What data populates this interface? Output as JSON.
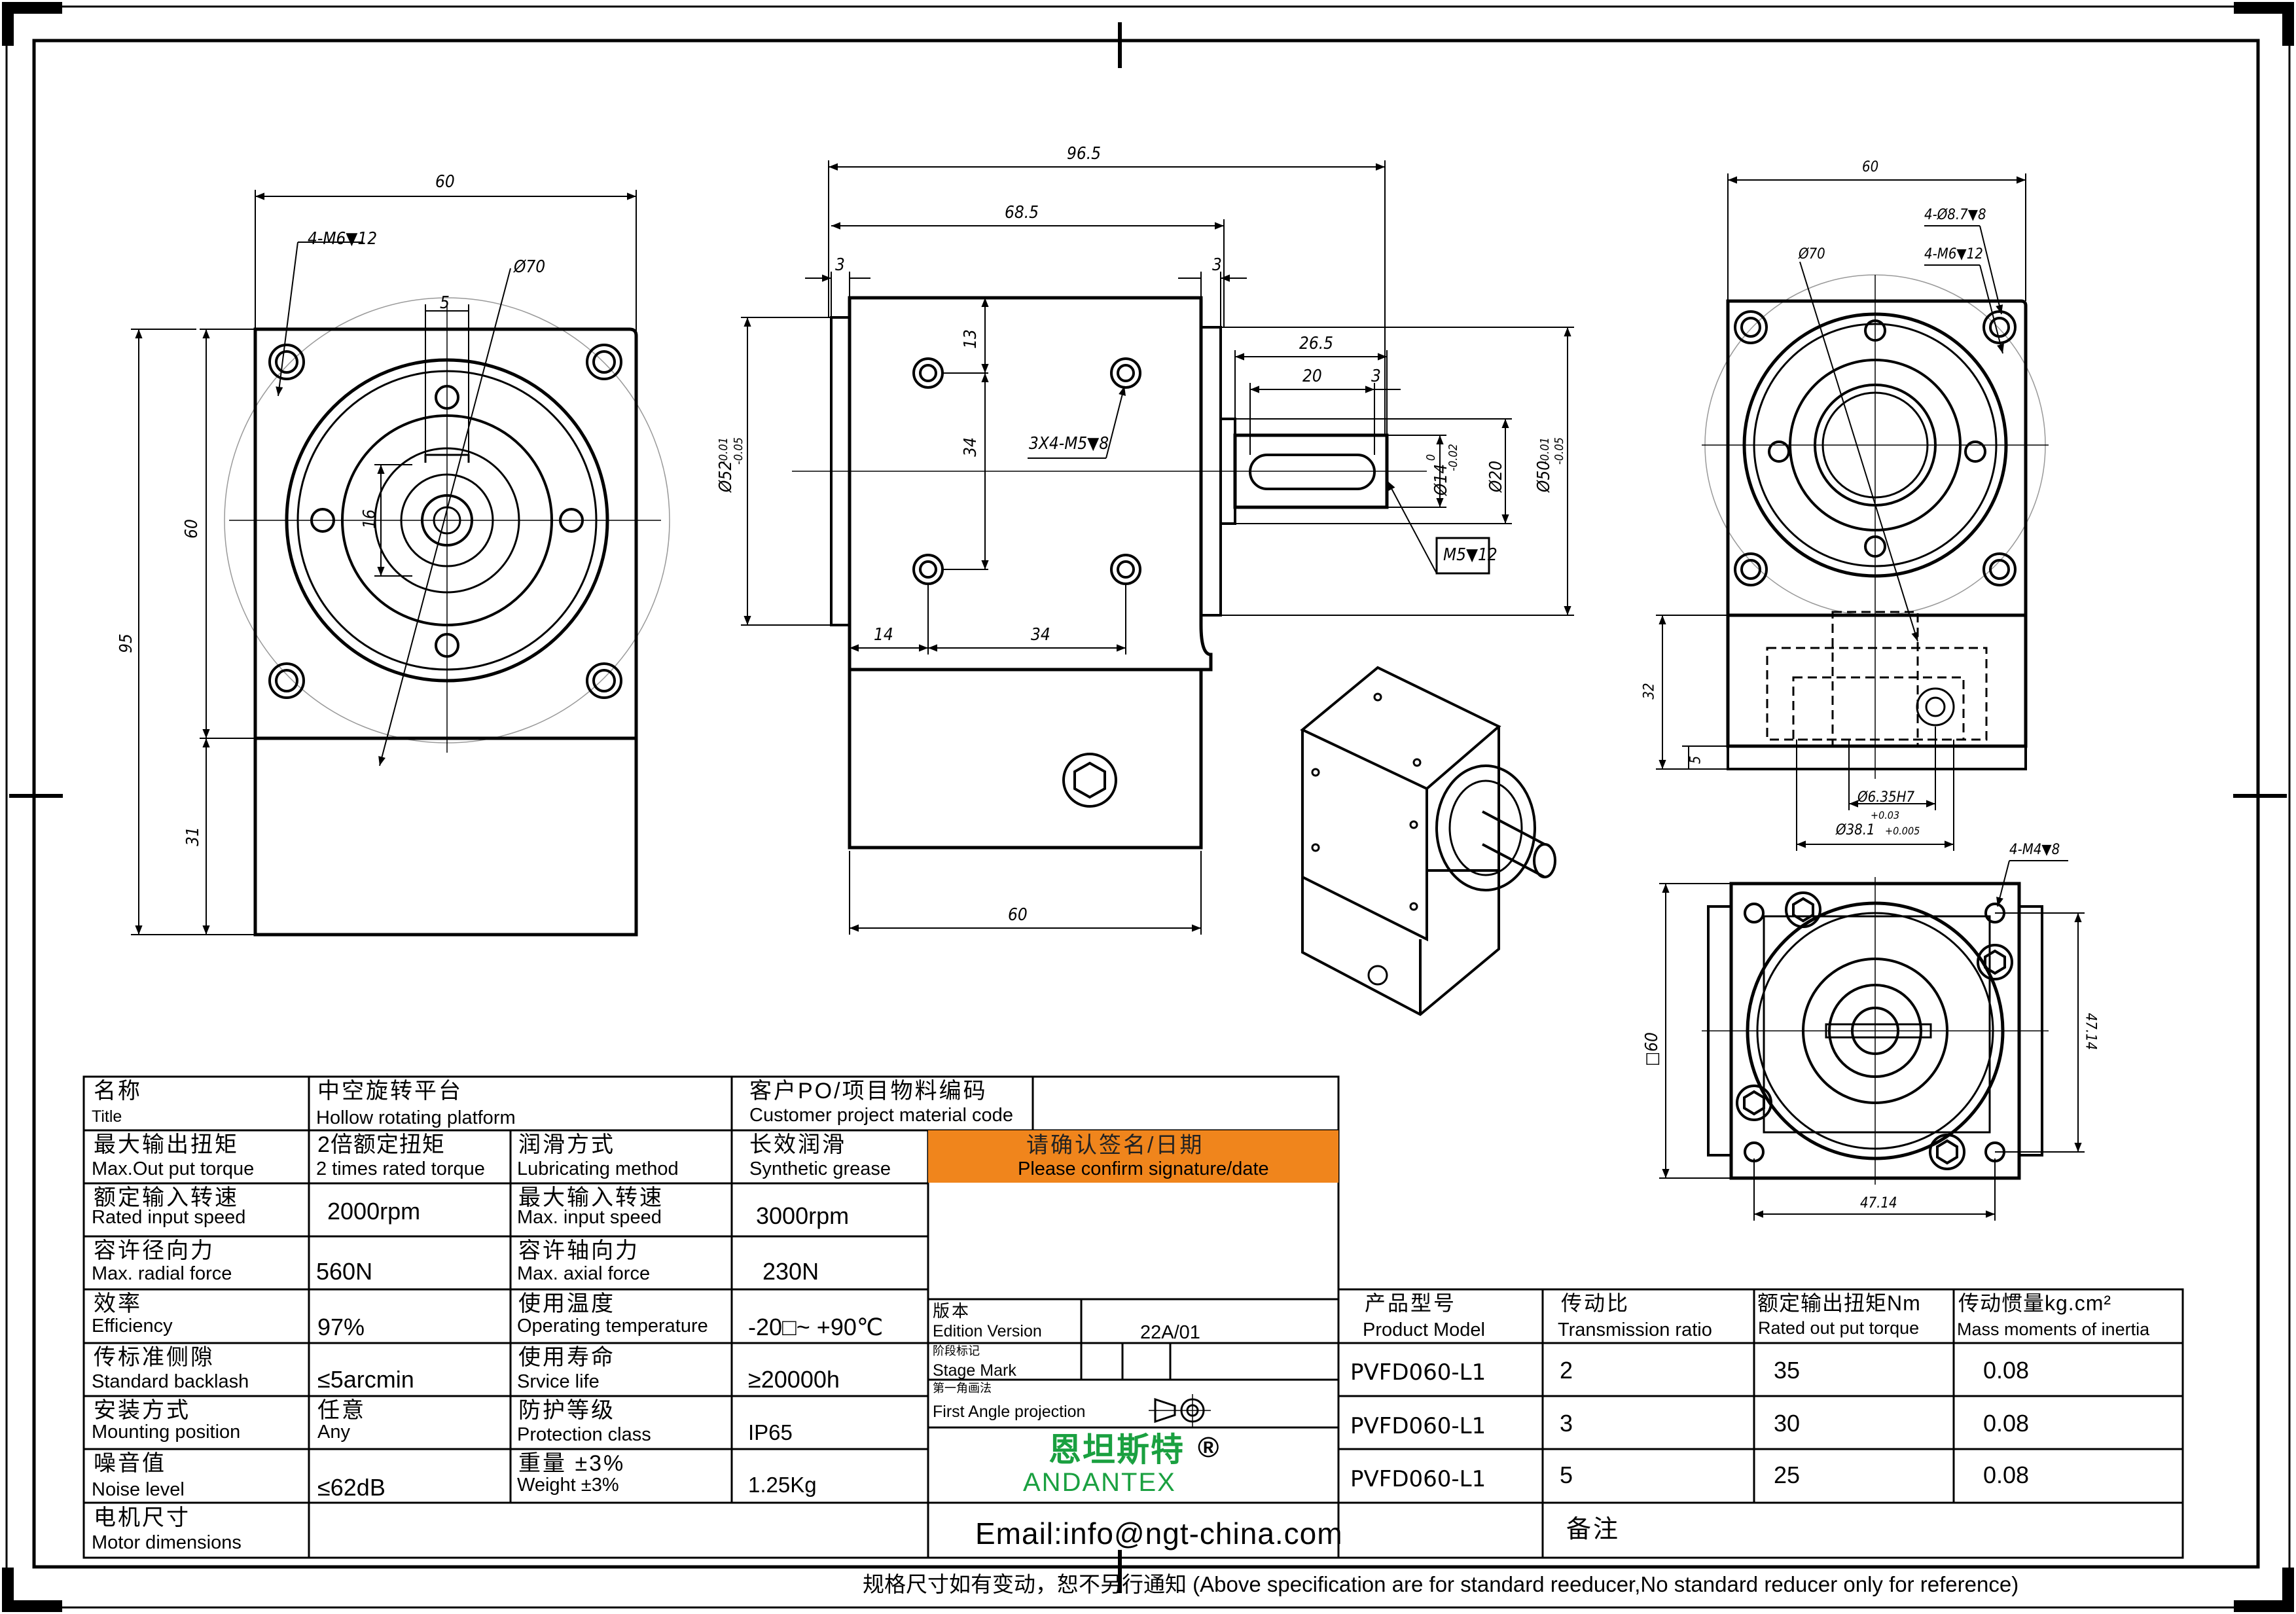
{
  "dims": {
    "front_width": "60",
    "front_hole": "4-M6▼12",
    "front_pcd": "Ø70",
    "front_key": "5",
    "front_height": "60",
    "front_bore": "16",
    "front_total": "95",
    "front_base": "31",
    "side_overall": "96.5",
    "side_body": "68.5",
    "side_flange_l": "3",
    "side_flange_r": "3",
    "side_shaft_len": "26.5",
    "side_key_len": "20",
    "side_key_off": "3",
    "side_pilot": "Ø52",
    "side_pilot_tol_hi": "-0.01",
    "side_pilot_tol_lo": "-0.05",
    "side_v13": "13",
    "side_v34": "34",
    "side_holes": "3X4-M5▼8",
    "side_shaft_d": "Ø14",
    "side_shaft_tol_hi": "0",
    "side_shaft_tol_lo": "-0.02",
    "side_d20": "Ø20",
    "side_d50": "Ø50",
    "side_d50_tol_hi": "-0.01",
    "side_d50_tol_lo": "-0.05",
    "side_tap": "M5▼12",
    "side_h14": "14",
    "side_h34": "34",
    "side_bottom": "60",
    "right_width": "60",
    "right_hole1": "4-Ø8.7▼8",
    "right_hole2": "4-M6▼12",
    "right_pcd": "Ø70",
    "right_h32": "32",
    "right_h5": "5",
    "right_d635": "Ø6.35H7",
    "right_d635_tol": "+0.03",
    "right_d381": "Ø38.1",
    "right_d381_tol": "+0.005",
    "bottom_hole": "4-M4▼8",
    "bottom_square": "□60",
    "bottom_v": "47.14",
    "bottom_h": "47.14"
  },
  "table": {
    "name_zh": "名称",
    "name_en": "Title",
    "product_zh": "中空旋转平台",
    "product_en": "Hollow rotating platform",
    "customer_zh": "客户PO/项目物料编码",
    "customer_en": "Customer project material code",
    "maxtorque_zh": "最大输出扭矩",
    "maxtorque_en": "Max.Out put torque",
    "maxtorque_val_zh": "2倍额定扭矩",
    "maxtorque_val_en": "2 times rated torque",
    "lube_zh": "润滑方式",
    "lube_en": "Lubricating method",
    "lube_val_zh": "长效润滑",
    "lube_val_en": "Synthetic grease",
    "confirm_zh": "请确认签名/日期",
    "confirm_en": "Please confirm signature/date",
    "rated_in_zh": "额定输入转速",
    "rated_in_en": "Rated input speed",
    "rated_in_val": "2000rpm",
    "max_in_zh": "最大输入转速",
    "max_in_en": "Max. input speed",
    "max_in_val": "3000rpm",
    "radial_zh": "容许径向力",
    "radial_en": "Max. radial force",
    "radial_val": "560N",
    "axial_zh": "容许轴向力",
    "axial_en": "Max. axial force",
    "axial_val": "230N",
    "eff_zh": "效率",
    "eff_en": "Efficiency",
    "eff_val": "97%",
    "temp_zh": "使用温度",
    "temp_en": "Operating temperature",
    "temp_val": "-20□~ +90℃",
    "backlash_zh": "传标准侧隙",
    "backlash_en": "Standard backlash",
    "backlash_val": "≤5arcmin",
    "life_zh": "使用寿命",
    "life_en": "Srvice life",
    "life_val": "≥20000h",
    "mount_zh": "安装方式",
    "mount_en": "Mounting position",
    "mount_val_zh": "任意",
    "mount_val_en": "Any",
    "protect_zh": "防护等级",
    "protect_en": "Protection class",
    "protect_val": "IP65",
    "noise_zh": "噪音值",
    "noise_en": "Noise level",
    "noise_val": "≤62dB",
    "weight_zh": "重量 ±3%",
    "weight_en": "Weight ±3%",
    "weight_val": "1.25Kg",
    "motor_zh": "电机尺寸",
    "motor_en": "Motor dimensions",
    "edition_zh": "版本",
    "edition_en": "Edition Version",
    "edition_val": "22A/01",
    "stage_zh": "阶段标记",
    "stage_en": "Stage Mark",
    "proj_zh": "第一角画法",
    "proj_en": "First Angle projection",
    "brand_zh": "恩坦斯特",
    "brand_mark": "®",
    "brand_en": "ANDANTEX",
    "email": "Email:info@ngt-china.com",
    "remark_zh": "备注",
    "model_zh": "产品型号",
    "model_en": "Product Model",
    "ratio_zh": "传动比",
    "ratio_en": "Transmission ratio",
    "torque_zh": "额定输出扭矩Nm",
    "torque_en": "Rated out put torque",
    "inertia_zh": "传动惯量kg.cm²",
    "inertia_en": "Mass moments of inertia",
    "models": [
      {
        "model": "PVFD060-L1",
        "ratio": "2",
        "torque": "35",
        "inertia": "0.08"
      },
      {
        "model": "PVFD060-L1",
        "ratio": "3",
        "torque": "30",
        "inertia": "0.08"
      },
      {
        "model": "PVFD060-L1",
        "ratio": "5",
        "torque": "25",
        "inertia": "0.08"
      }
    ]
  },
  "footer": "规格尺寸如有变动，恕不另行通知 (Above specification are for standard reeducer,No standard reducer only for reference)"
}
